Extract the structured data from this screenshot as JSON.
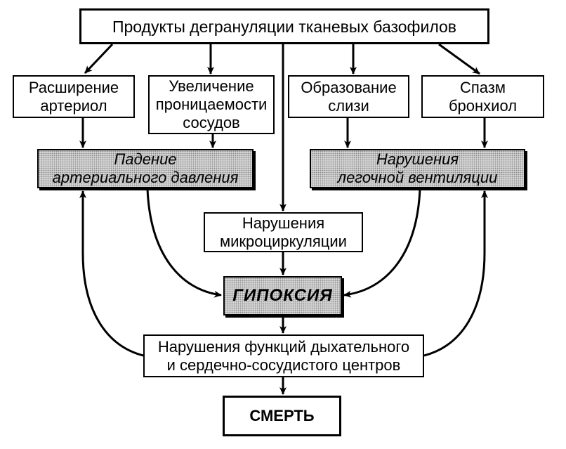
{
  "colors": {
    "ink": "#000000",
    "shade": "#d6d6d6",
    "background": "#ffffff"
  },
  "nodes": {
    "top": {
      "lines": [
        "Продукты дегрануляции тканевых базофилов"
      ]
    },
    "dilation": {
      "lines": [
        "Расширение",
        "артериол"
      ]
    },
    "permeability": {
      "lines": [
        "Увеличение",
        "проницаемости",
        "сосудов"
      ]
    },
    "mucus": {
      "lines": [
        "Образование",
        "слизи"
      ]
    },
    "spasm": {
      "lines": [
        "Спазм",
        "бронхиол"
      ]
    },
    "pressure_drop": {
      "lines": [
        "Падение",
        "артериального давления"
      ]
    },
    "ventilation": {
      "lines": [
        "Нарушения",
        "легочной вентиляции"
      ]
    },
    "microcirculation": {
      "lines": [
        "Нарушения",
        "микроциркуляции"
      ]
    },
    "hypoxia": {
      "lines": [
        "ГИПОКСИЯ"
      ]
    },
    "centers": {
      "lines": [
        "Нарушения функций дыхательного",
        "и сердечно-сосудистого центров"
      ]
    },
    "death": {
      "lines": [
        "СМЕРТЬ"
      ]
    }
  }
}
